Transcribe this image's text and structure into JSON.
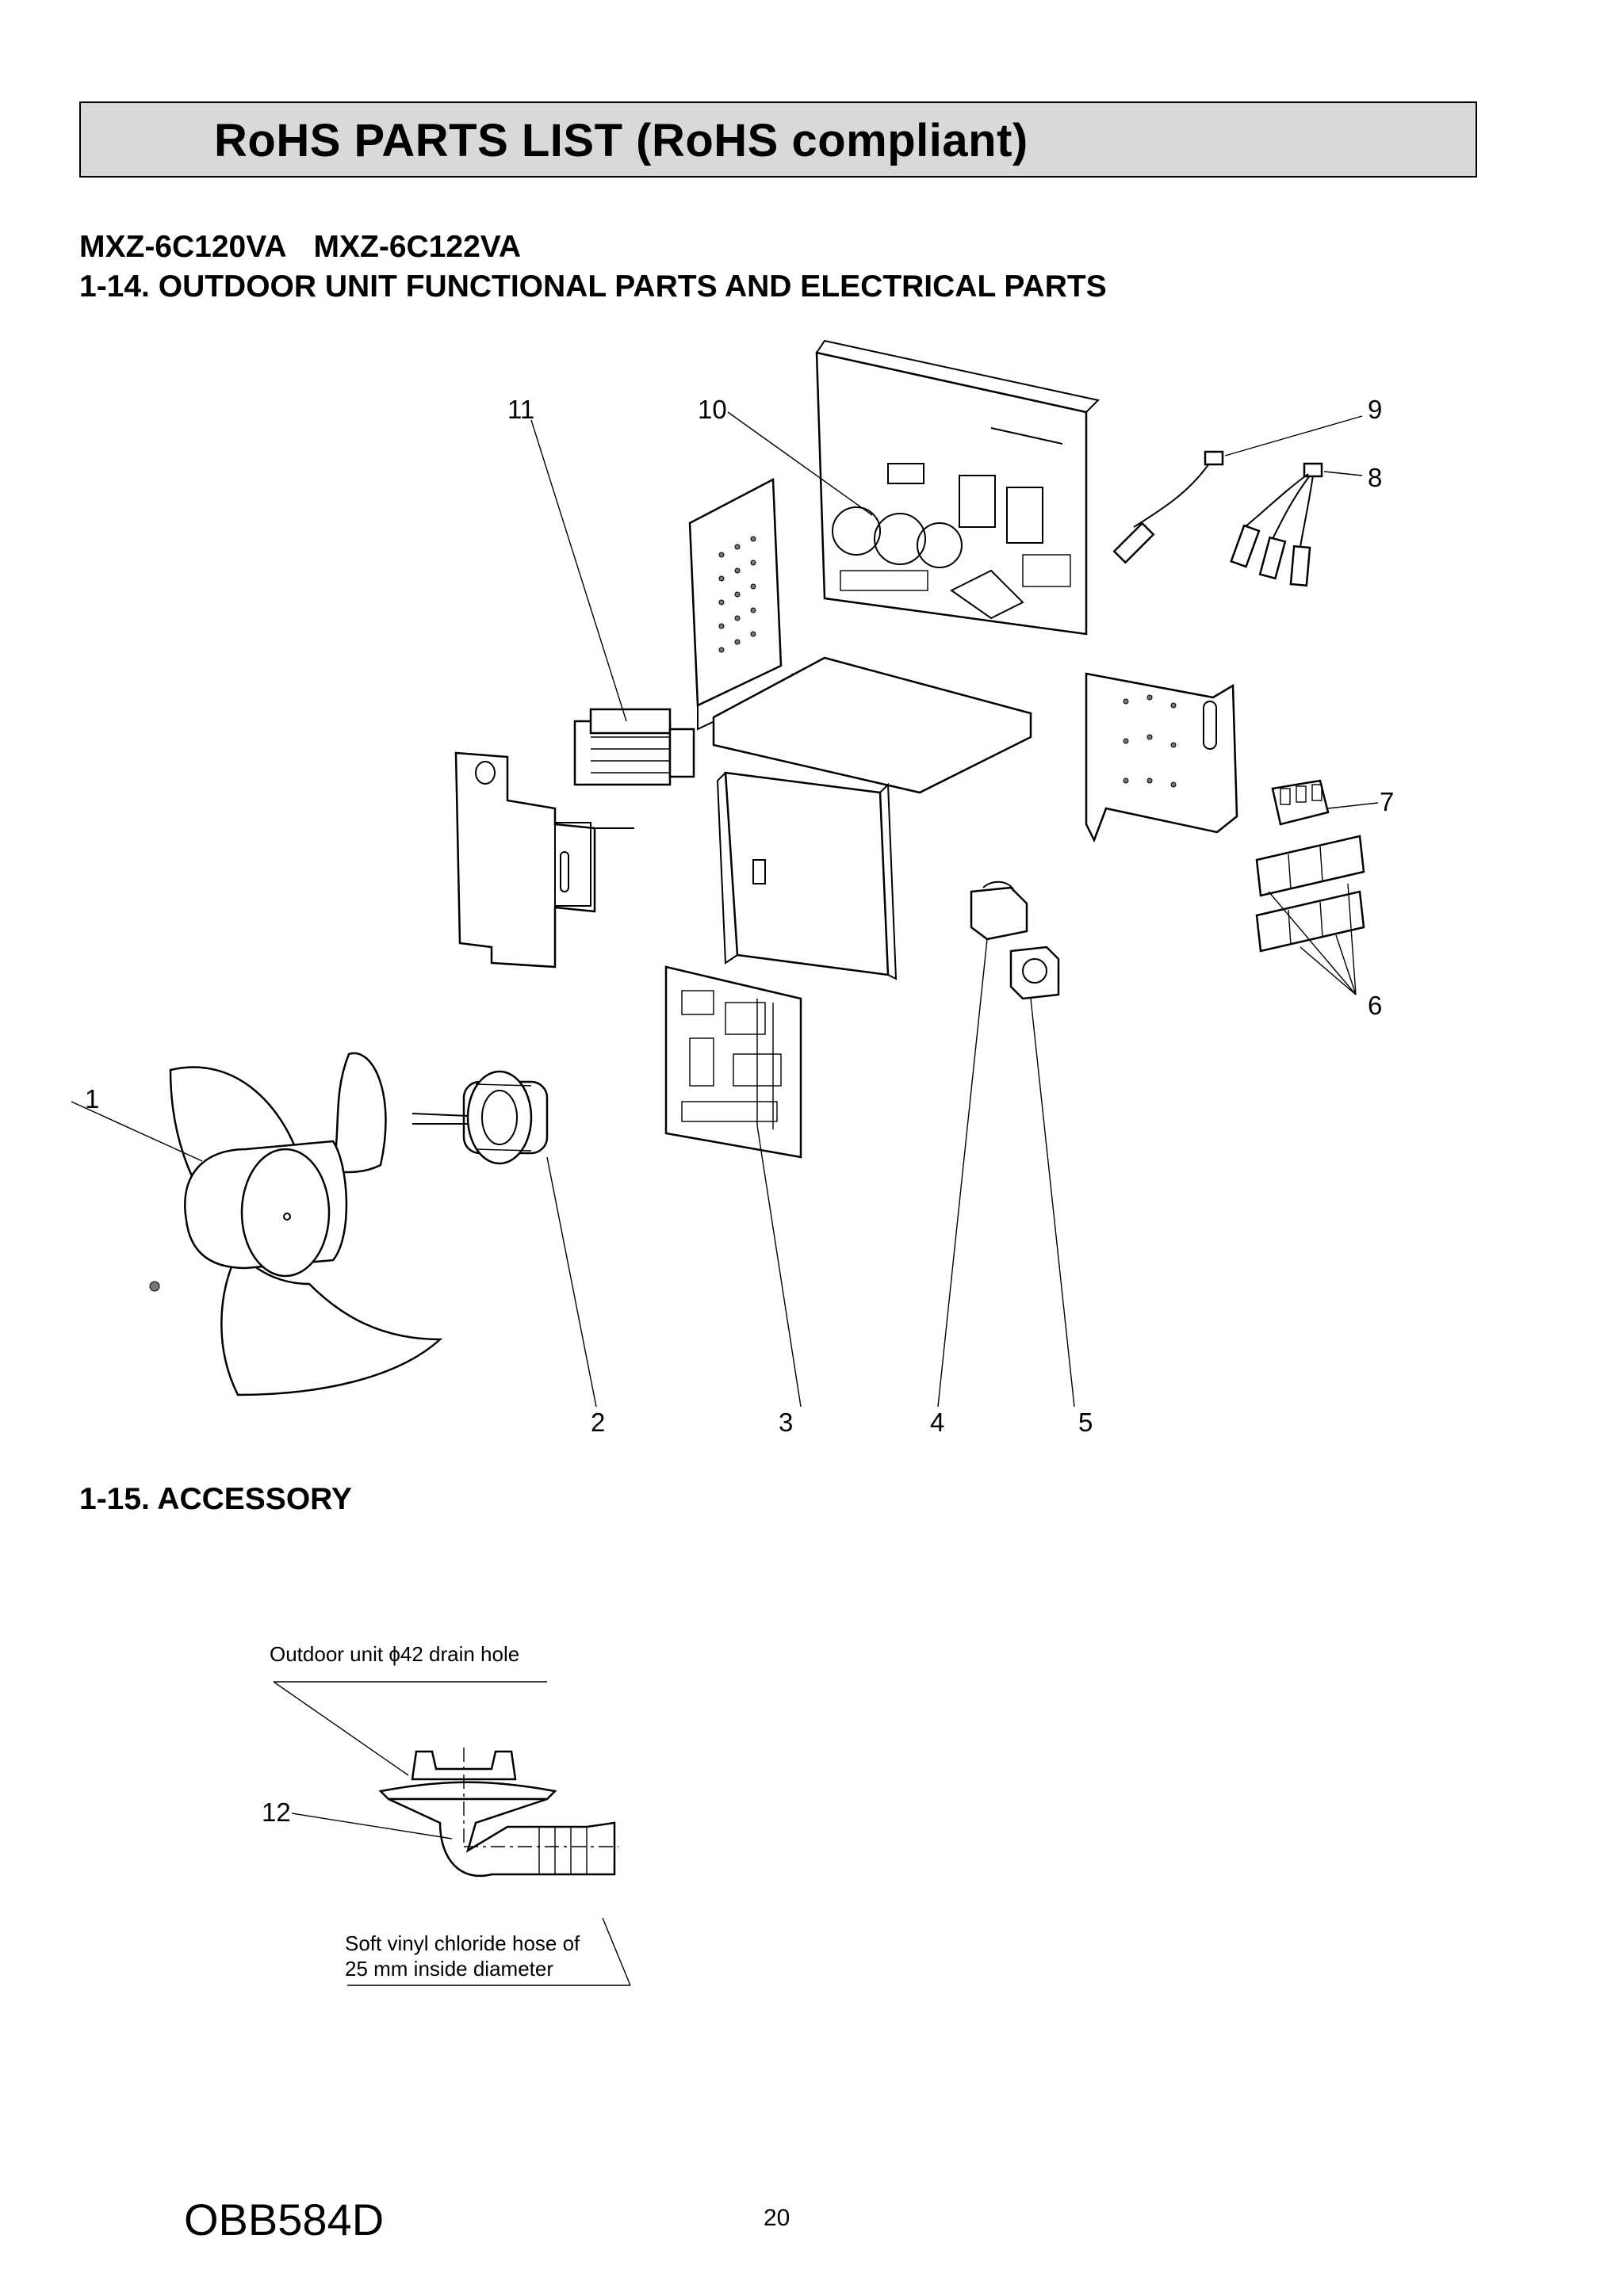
{
  "header": {
    "title": "RoHS PARTS LIST (RoHS compliant)"
  },
  "models": [
    "MXZ-6C120VA",
    "MXZ-6C122VA"
  ],
  "sections": {
    "functional": "1-14. OUTDOOR UNIT FUNCTIONAL PARTS AND ELECTRICAL PARTS",
    "accessory": "1-15. ACCESSORY"
  },
  "callouts": [
    "1",
    "2",
    "3",
    "4",
    "5",
    "6",
    "7",
    "8",
    "9",
    "10",
    "11",
    "12"
  ],
  "accessory_notes": {
    "drain_hole": "Outdoor unit ϕ42 drain hole",
    "hose_line1": "Soft vinyl chloride hose of",
    "hose_line2": "25 mm inside diameter"
  },
  "footer": {
    "doc_code": "OBB584D",
    "page": "20"
  }
}
